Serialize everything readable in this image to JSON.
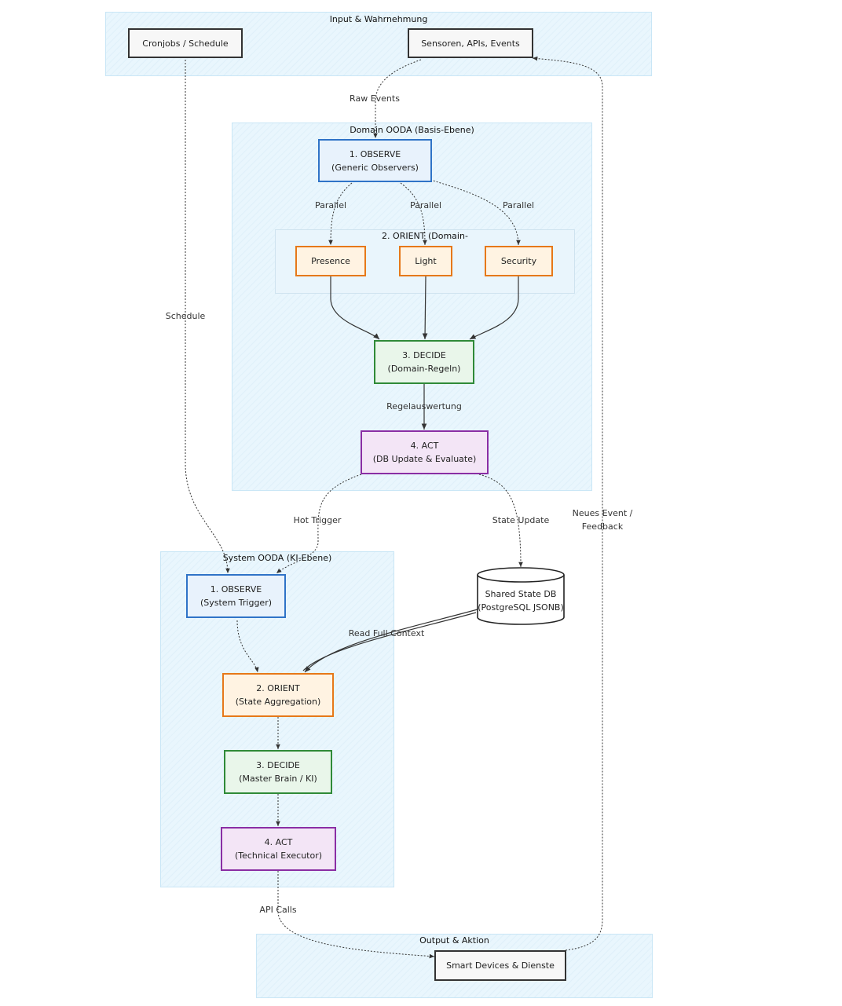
{
  "clusters": {
    "input": {
      "title": "Input & Wahrnehmung"
    },
    "domain": {
      "title": "Domain OODA (Basis-Ebene)"
    },
    "orient_sub": {
      "title": "2. ORIENT (Domain-"
    },
    "system": {
      "title": "System OODA (KI-Ebene)"
    },
    "output": {
      "title": "Output & Aktion"
    }
  },
  "nodes": {
    "cronjobs": {
      "label": "Cronjobs / Schedule"
    },
    "sensoren": {
      "label": "Sensoren, APIs, Events"
    },
    "d_observe": {
      "line1": "1. OBSERVE",
      "line2": "(Generic Observers)"
    },
    "presence": {
      "label": "Presence"
    },
    "light": {
      "label": "Light"
    },
    "security": {
      "label": "Security"
    },
    "d_decide": {
      "line1": "3. DECIDE",
      "line2": "(Domain-Regeln)"
    },
    "d_act": {
      "line1": "4. ACT",
      "line2": "(DB Update & Evaluate)"
    },
    "db": {
      "line1": "Shared State DB",
      "line2": "(PostgreSQL JSONB)"
    },
    "s_observe": {
      "line1": "1. OBSERVE",
      "line2": "(System Trigger)"
    },
    "s_orient": {
      "line1": "2. ORIENT",
      "line2": "(State Aggregation)"
    },
    "s_decide": {
      "line1": "3. DECIDE",
      "line2": "(Master Brain / KI)"
    },
    "s_act": {
      "line1": "4. ACT",
      "line2": "(Technical Executor)"
    },
    "smart": {
      "label": "Smart Devices & Dienste"
    }
  },
  "edge_labels": {
    "raw_events": "Raw Events",
    "parallel_1": "Parallel",
    "parallel_2": "Parallel",
    "parallel_3": "Parallel",
    "schedule": "Schedule",
    "regelauswertung": "Regelauswertung",
    "hot_trigger": "Hot Trigger",
    "state_update": "State Update",
    "neues_event_1": "Neues Event /",
    "neues_event_2": "Feedback",
    "read_full_context": "Read Full Context",
    "api_calls": "API Calls"
  },
  "colors": {
    "cluster_fill": "#e9f6fd",
    "observe": "#2f73c7",
    "orient": "#e67819",
    "decide": "#2f8a38",
    "act": "#8a2ea4",
    "edge": "#333333"
  }
}
